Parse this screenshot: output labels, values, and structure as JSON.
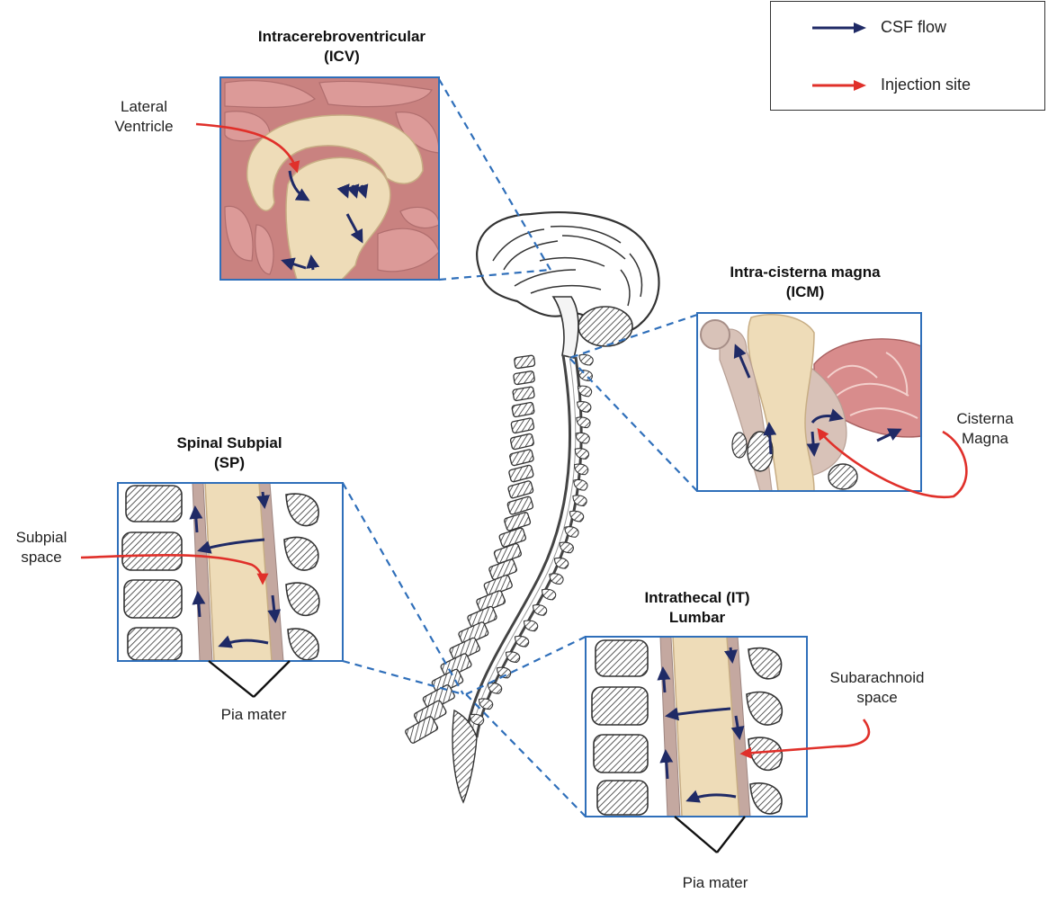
{
  "legend": {
    "items": [
      {
        "label": "CSF flow",
        "color": "#1f2a66"
      },
      {
        "label": "Injection site",
        "color": "#e0302a"
      }
    ]
  },
  "panels": {
    "icv": {
      "title_line1": "Intracerebroventricular",
      "title_line2": "(ICV)",
      "callout_line1": "Lateral",
      "callout_line2": "Ventricle"
    },
    "icm": {
      "title_line1": "Intra-cisterna magna",
      "title_line2": "(ICM)",
      "callout_line1": "Cisterna",
      "callout_line2": "Magna"
    },
    "sp": {
      "title_line1": "Spinal Subpial",
      "title_line2": "(SP)",
      "callout_line1": "Subpial",
      "callout_line2": "space",
      "membrane_label": "Pia mater"
    },
    "it": {
      "title_line1": "Intrathecal (IT)",
      "title_line2": "Lumbar",
      "callout_line1": "Subarachnoid",
      "callout_line2": "space",
      "membrane_label": "Pia mater"
    }
  },
  "colors": {
    "frame": "#2f6fba",
    "tissue_pink": "#d88c8c",
    "cord_beige": "#eedcb8",
    "membrane": "#c4a8a0",
    "csf_arrow": "#1f2a66",
    "injection_arrow": "#e0302a"
  }
}
